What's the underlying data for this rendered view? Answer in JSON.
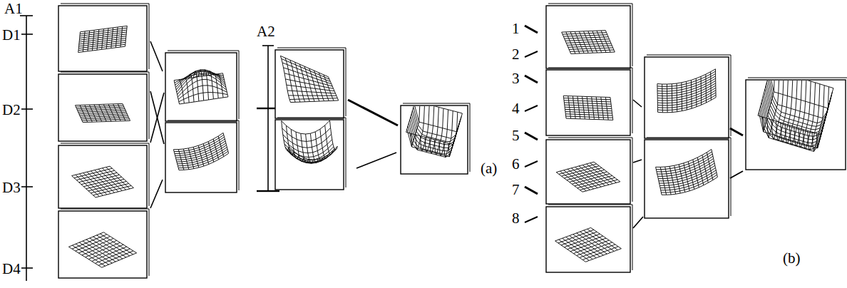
{
  "diagram": {
    "labels": [
      "A1",
      "D1",
      "D2",
      "D3",
      "D4",
      "A2",
      "(a)",
      "1",
      "2",
      "3",
      "4",
      "5",
      "6",
      "7",
      "8",
      "(b)"
    ]
  }
}
